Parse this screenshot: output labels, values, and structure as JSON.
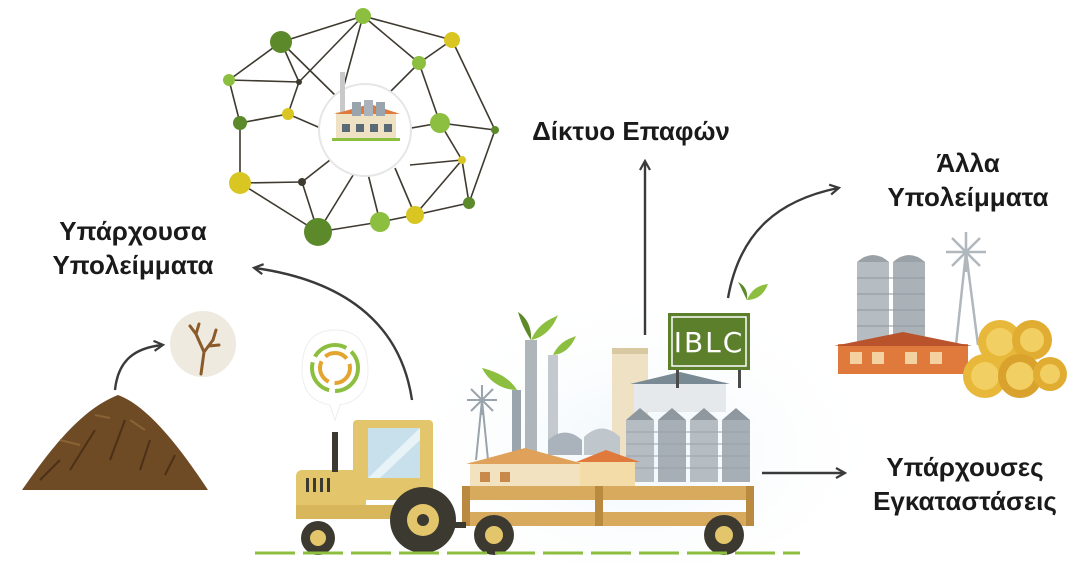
{
  "labels": {
    "network": "Δίκτυο Επαφών",
    "other_residues": [
      "Άλλα",
      "Υπολείμματα"
    ],
    "existing_residues": [
      "Υπάρχουσα",
      "Υπολείμματα"
    ],
    "existing_facilities": [
      "Υπάρχουσες",
      "Εγκαταστάσεις"
    ]
  },
  "sign": {
    "text": "IBLC"
  },
  "colors": {
    "dark_green": "#5c8a2a",
    "light_green": "#8cbf3f",
    "yellow": "#d9c623",
    "tractor_yellow": "#e3c66b",
    "tractor_dark": "#3c3a30",
    "wood_trailer": "#d7aa5e",
    "silo_gray": "#b5bcc2",
    "factory_roof": "#e07a3c",
    "soil": "#6e4a25",
    "arrow": "#3a3a3a"
  },
  "icons": {
    "network": "network-graph-icon",
    "factory": "factory-icon",
    "residue": "dry-branch-icon",
    "recycle": "circular-economy-icon",
    "farm": "farm-silos-icon",
    "hay": "hay-bales-icon",
    "windmill": "windmill-icon"
  }
}
